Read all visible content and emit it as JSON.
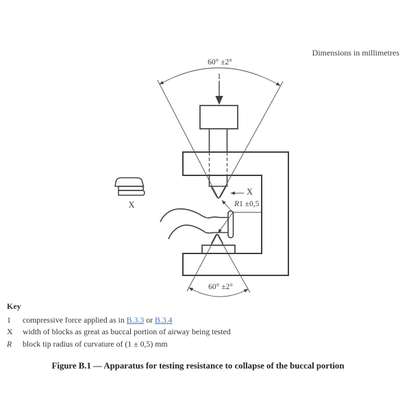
{
  "page": {
    "dimensions_note": "Dimensions in millimetres"
  },
  "diagram": {
    "line_color": "#404040",
    "labels": {
      "top_angle": "60° ±2°",
      "force_ref": "1",
      "block_width_pointer": "X",
      "tip_radius_r": "R",
      "tip_radius_rest": "1 ±0,5",
      "bottom_angle": "60° ±2°",
      "side_view_width": "X"
    }
  },
  "key": {
    "heading": "Key",
    "link_color": "#4472c4",
    "items": [
      {
        "symbol": "1",
        "text_before": "compressive force applied as in ",
        "link1": "B.3.3",
        "text_mid": " or ",
        "link2": "B.3.4"
      },
      {
        "symbol": "X",
        "text": "width of blocks as great as buccal portion of airway being tested"
      },
      {
        "symbol": "R",
        "text": "block tip radius of curvature of (1 ± 0,5) mm"
      }
    ]
  },
  "caption": "Figure B.1 — Apparatus for testing resistance to collapse of the buccal portion"
}
